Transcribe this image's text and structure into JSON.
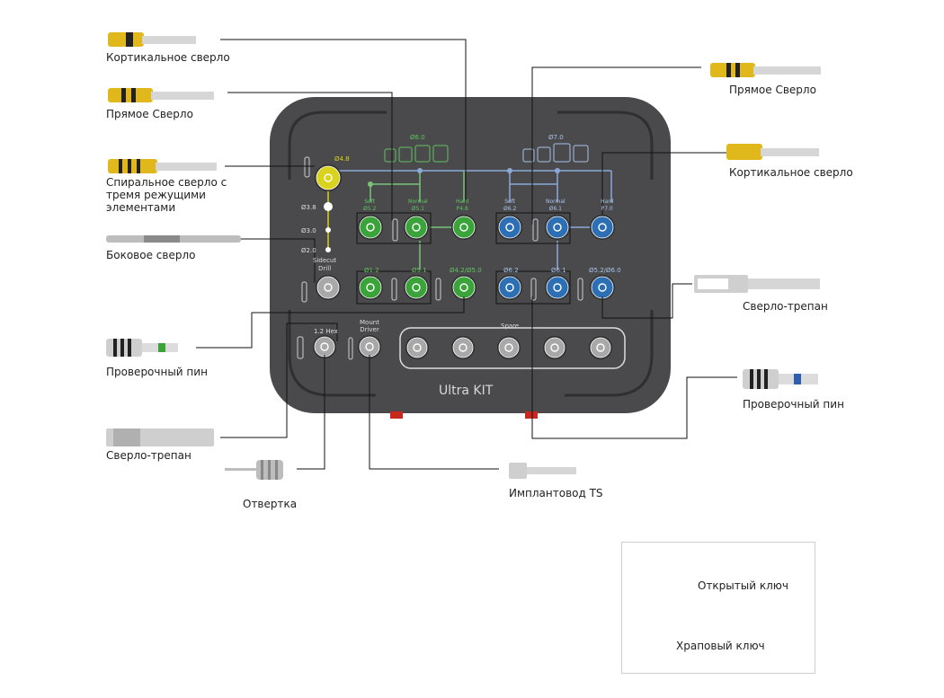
{
  "kit": {
    "title": "Ultra KIT"
  },
  "kit_labels": {
    "d48": "Ø4.8",
    "d38": "Ø3.8",
    "d30": "Ø3.0",
    "d20": "Ø2.0",
    "sidecut": "Sidecut\nDrill",
    "d60": "Ø6.0",
    "d70": "Ø7.0",
    "soft1": "Soft\nØ5.2",
    "normal1": "Normal\nØ5.1",
    "hard1": "Hard\nP4.8",
    "soft2": "Soft\nØ6.2",
    "normal2": "Normal\nØ6.1",
    "hard2": "Hard\nP7.0",
    "b1": "Ø1.2",
    "b2": "Ø5.1",
    "b3": "Ø4.2/Ø5.0",
    "b4": "Ø6.2",
    "b5": "Ø6.1",
    "b6": "Ø5.2/Ø6.0",
    "hex": "1.2 Hex",
    "mount": "Mount\nDriver",
    "spare": "Spare"
  },
  "labels": {
    "cortical_left": "Кортикальное сверло",
    "straight_left": "Прямое Сверло",
    "spiral": "Спиральное сверло с\nтремя режущими\nэлементами",
    "side": "Боковое сверло",
    "pin_left": "Проверочный пин",
    "trephine_left": "Сверло-трепан",
    "screwdriver": "Отвертка",
    "implant_driver": "Имплантовод TS",
    "straight_right": "Прямое Сверло",
    "cortical_right": "Кортикальное сверло",
    "trephine_right": "Сверло-трепан",
    "pin_right": "Проверочный пин",
    "open_key": "Открытый ключ",
    "ratchet_key": "Храповый ключ"
  },
  "colors": {
    "panel": "#4a4a4c",
    "green": "#3aa33a",
    "blue": "#2d6fb5",
    "yellow": "#d9d21e",
    "gray": "#a8a8a8"
  }
}
